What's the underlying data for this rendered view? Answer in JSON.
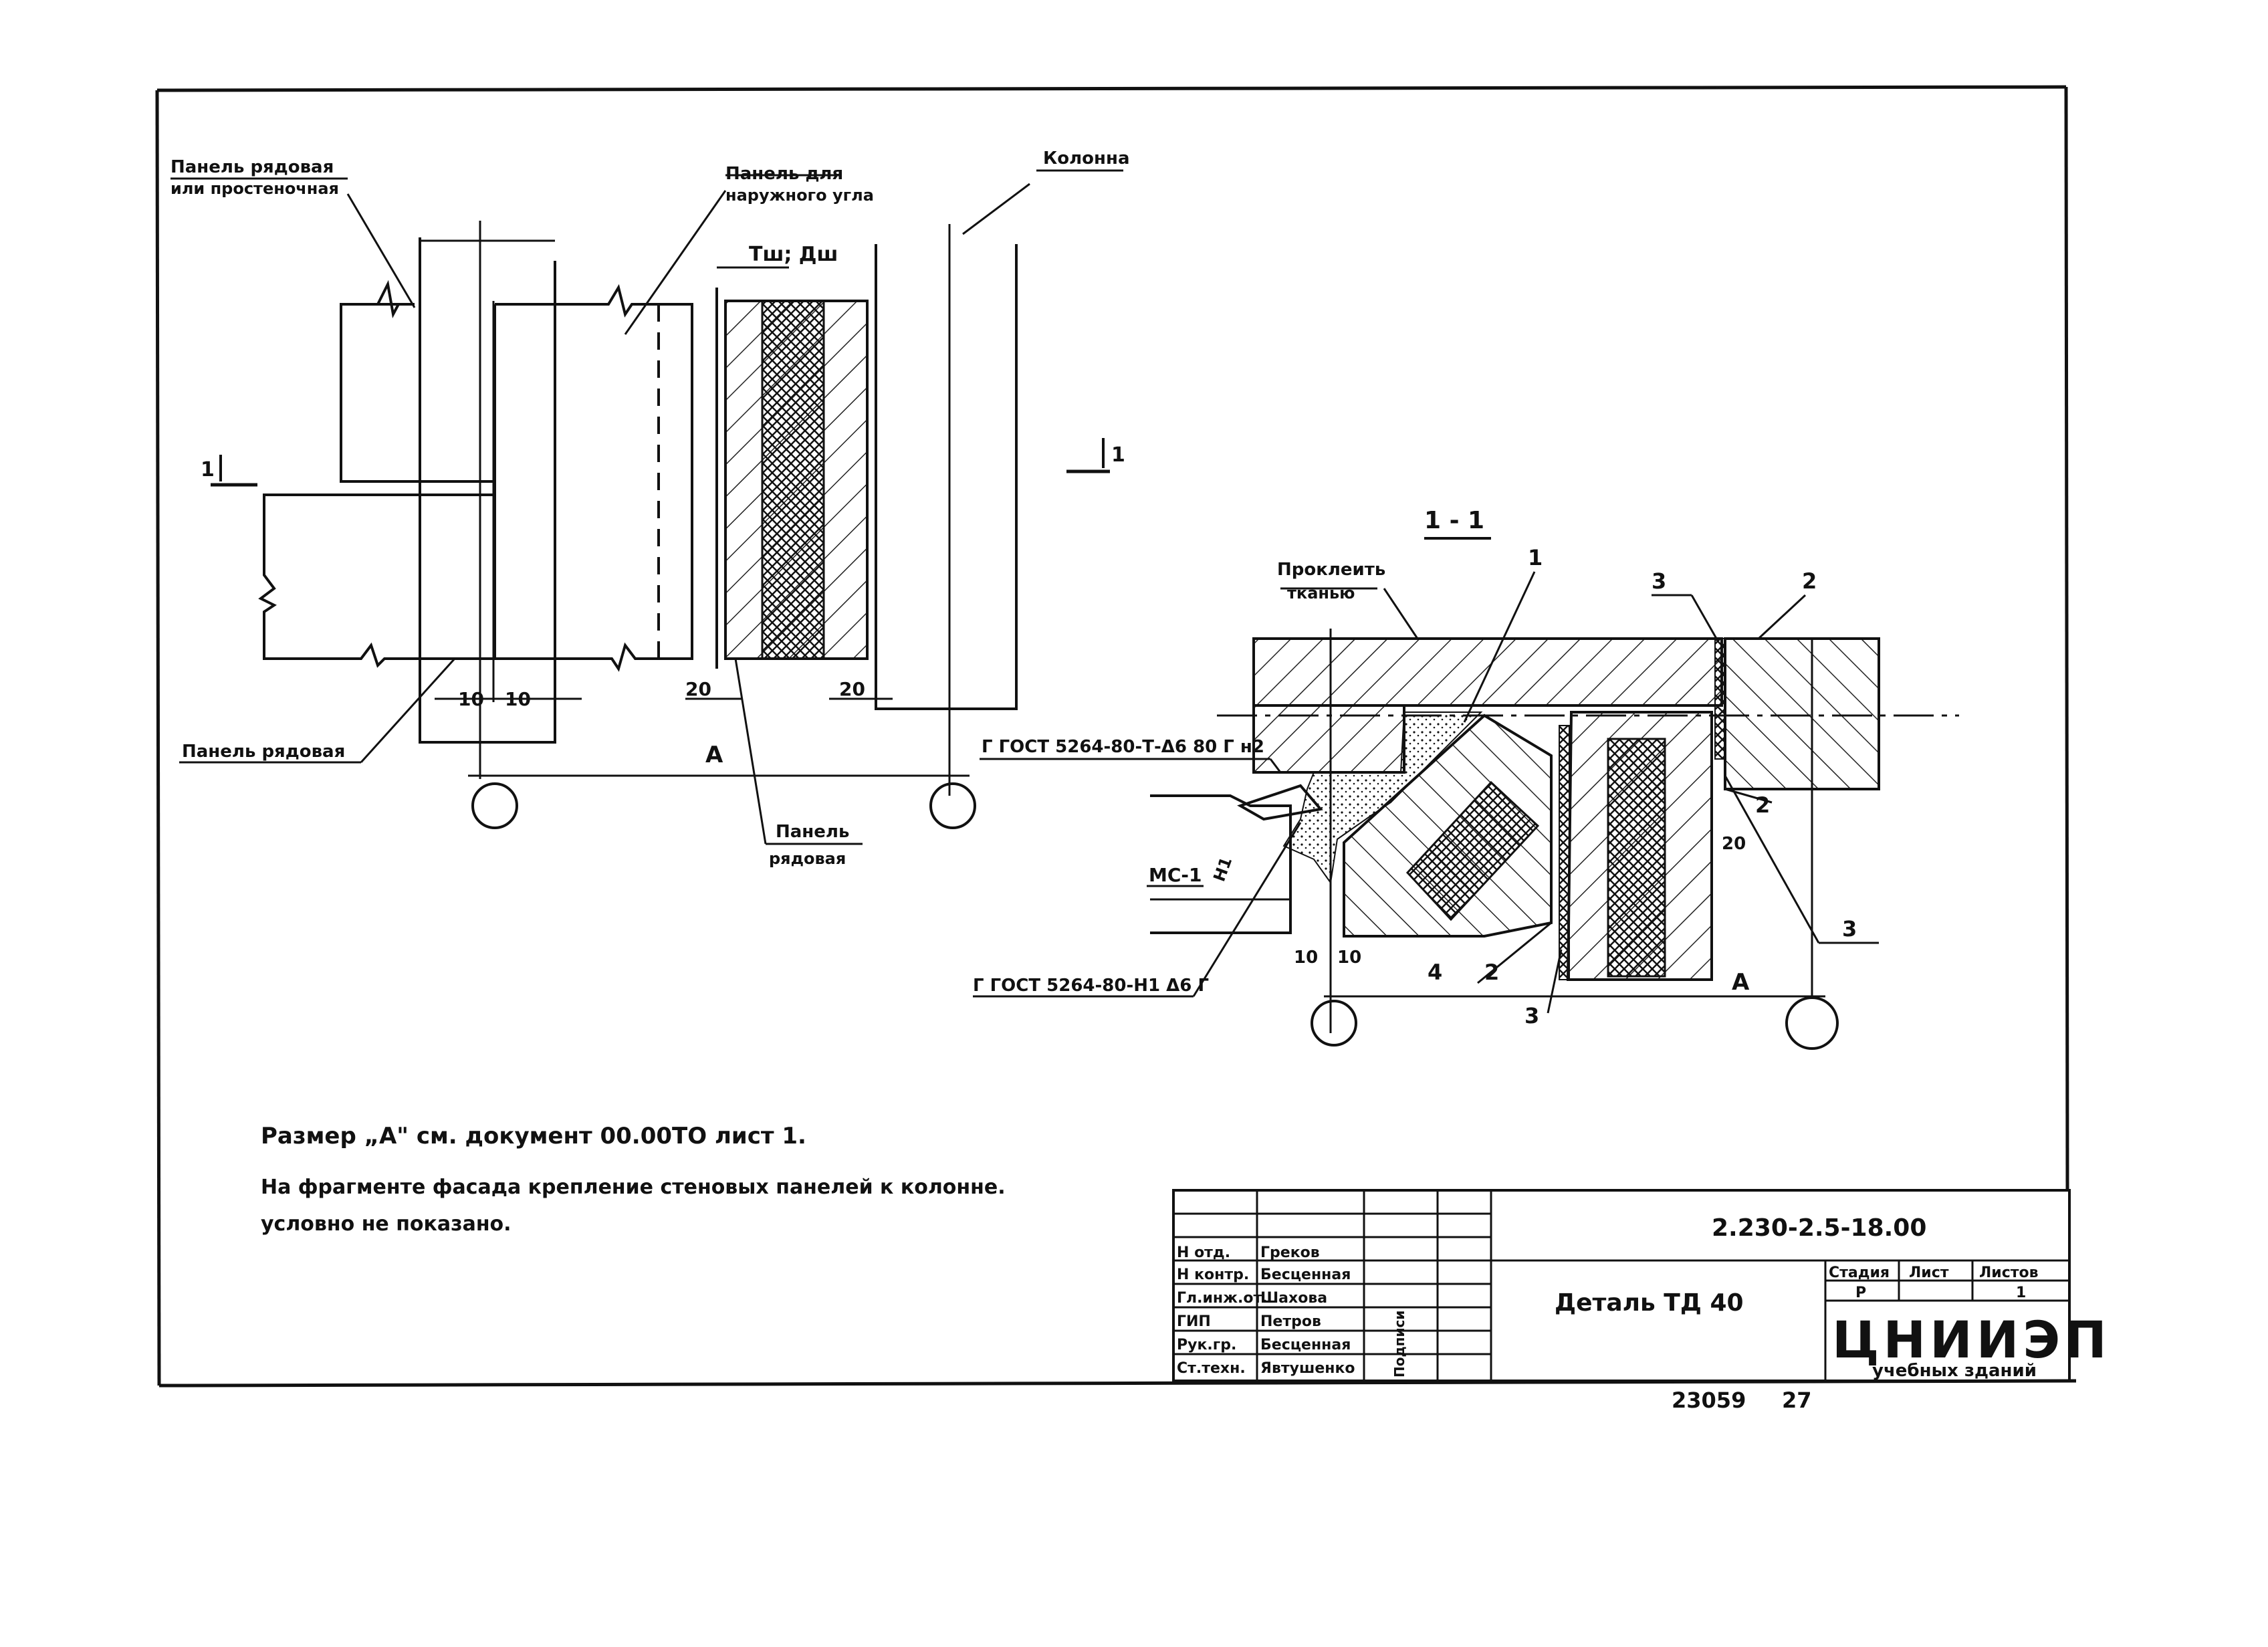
{
  "elevation": {
    "panel_regular_or_pier": [
      "Панель рядовая",
      "или простеночная"
    ],
    "panel_outer_corner": [
      "Панель для",
      "наружного угла"
    ],
    "column": "Колонна",
    "joint_mark": "Тш; Дш",
    "section_mark": "1",
    "dim_10_left": "10",
    "dim_10_right": "10",
    "dim_20_a": "20",
    "dim_20_b": "20",
    "dim_A": "А",
    "panel_regular_bottom": "Панель рядовая",
    "panel_regular_middle": [
      "Панель",
      "рядовая"
    ]
  },
  "section": {
    "title": "1 - 1",
    "glue_note": [
      "Проклеить",
      "тканью"
    ],
    "callout_1": "1",
    "callout_2_top": "2",
    "callout_3_top": "3",
    "callout_2_right": "2",
    "callout_3_right": "3",
    "callout_2_bottom": "2",
    "callout_3_bottom": "3",
    "callout_4": "4",
    "weld_top": "Г ГОСТ 5264-80-Т-Δ6 80 Г н2",
    "weld_bottom": "Г ГОСТ 5264-80-Н1 Δ6 Г",
    "mc_label": "МС-1",
    "n1_label": "Н1",
    "dim_20": "20",
    "dim_10_left": "10",
    "dim_10_right": "10",
    "dim_A": "А"
  },
  "notes": {
    "line1": "Размер „А\" см. документ 00.00ТО лист 1.",
    "line2": "На фрагменте фасада крепление стеновых панелей к колонне.",
    "line3": "условно не показано."
  },
  "title_block": {
    "doc_code": "2.230-2.5-18.00",
    "detail_title": "Деталь ТД 40",
    "stage_header": "Стадия",
    "sheet_header": "Лист",
    "sheets_header": "Листов",
    "stage_value": "Р",
    "sheets_value": "1",
    "org_name": "ЦНИИЭП",
    "org_sub": "учебных зданий",
    "signatures_label": "Подписи",
    "roles": [
      {
        "role": "Н отд.",
        "name": "Греков"
      },
      {
        "role": "Н контр.",
        "name": "Бесценная"
      },
      {
        "role": "Гл.инж.от.",
        "name": "Шахова"
      },
      {
        "role": "ГИП",
        "name": "Петров"
      },
      {
        "role": "Рук.гр.",
        "name": "Бесценная"
      },
      {
        "role": "Ст.техн.",
        "name": "Явтушенко"
      }
    ]
  },
  "footer": {
    "inventory": "23059",
    "page": "27"
  }
}
